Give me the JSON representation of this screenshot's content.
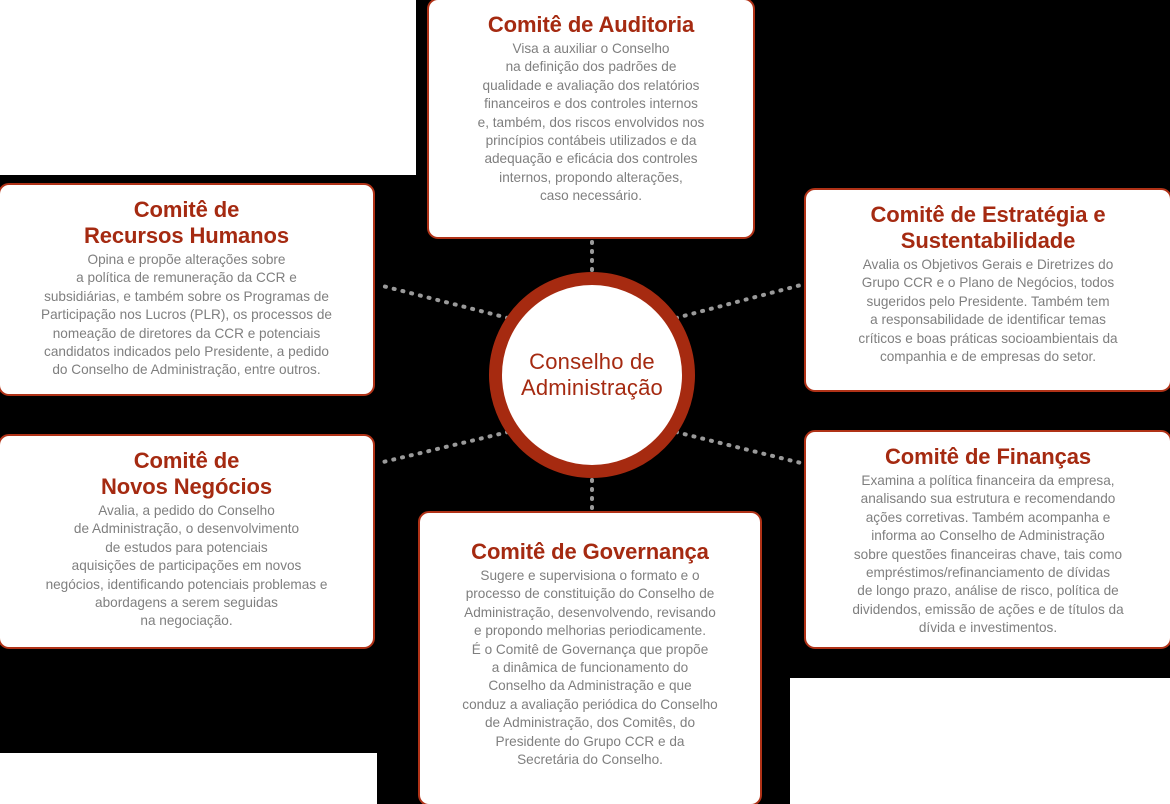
{
  "diagram": {
    "center": {
      "label": "Conselho de\nAdministração",
      "ring_color": "#a62a10",
      "text_color": "#a52a11"
    },
    "palette": {
      "background": "#000000",
      "card_background": "#ffffff",
      "card_border": "#b03217",
      "title_color": "#a52a11",
      "body_color": "#7f7f7f",
      "connector_color": "#9a9a9a"
    },
    "committees": [
      {
        "id": "auditoria",
        "title": "Comitê de Auditoria",
        "body": "Visa a auxiliar o Conselho\nna definição dos padrões de\nqualidade e avaliação dos relatórios\nfinanceiros e dos controles internos\ne, também, dos riscos envolvidos nos\nprincípios contábeis utilizados e da\nadequação e eficácia dos controles\ninternos, propondo alterações,\ncaso necessário."
      },
      {
        "id": "recursos-humanos",
        "title": "Comitê de\nRecursos Humanos",
        "body": "Opina e propõe alterações sobre\na política de remuneração da CCR e\nsubsidiárias, e também sobre os Programas de\nParticipação nos Lucros (PLR), os processos de\nnomeação de diretores da CCR e potenciais\ncandidatos indicados pelo Presidente, a pedido\ndo Conselho de Administração, entre outros."
      },
      {
        "id": "novos-negocios",
        "title": "Comitê de\nNovos Negócios",
        "body": "Avalia, a pedido do Conselho\nde Administração, o desenvolvimento\nde estudos para potenciais\naquisições de participações em novos\nnegócios, identificando potenciais problemas e\nabordagens a serem seguidas\nna negociação."
      },
      {
        "id": "estrategia-sustentabilidade",
        "title": "Comitê de Estratégia e\nSustentabilidade",
        "body": "Avalia os Objetivos Gerais e Diretrizes do\nGrupo CCR e o Plano de Negócios, todos\nsugeridos pelo Presidente. Também tem\na responsabilidade de identificar temas\ncríticos e boas práticas socioambientais da\ncompanhia e de empresas do setor."
      },
      {
        "id": "financas",
        "title": "Comitê de Finanças",
        "body": "Examina a política financeira da empresa,\nanalisando sua estrutura e recomendando\nações corretivas. Também acompanha e\ninforma ao Conselho de Administração\nsobre questões financeiras chave, tais como\nempréstimos/refinanciamento de dívidas\nde longo prazo, análise de risco, política de\ndividendos, emissão de ações e de títulos da\ndívida e investimentos."
      },
      {
        "id": "governanca",
        "title": "Comitê de Governança",
        "body": "Sugere e supervisiona o formato e o\nprocesso de constituição do Conselho de\nAdministração, desenvolvendo, revisando\ne propondo melhorias periodicamente.\nÉ o Comitê de Governança que propõe\na dinâmica de funcionamento do\nConselho da Administração  e que\nconduz a avaliação periódica do Conselho\nde Administração, dos Comitês, do\nPresidente do Grupo CCR e da\nSecretária do Conselho."
      }
    ]
  }
}
